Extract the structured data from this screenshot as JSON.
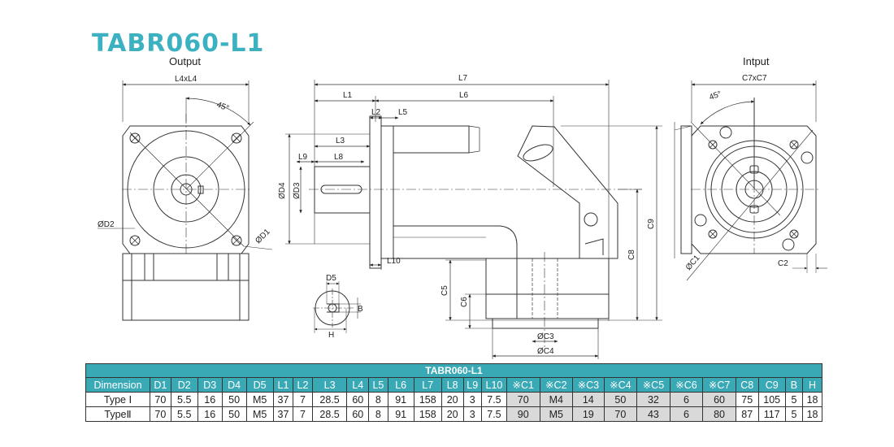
{
  "title": "TABR060-L1",
  "views": {
    "output_label": "Output",
    "input_label": "Intput"
  },
  "dims": {
    "l4xl4": "L4xL4",
    "angle": "45°",
    "d2": "ØD2",
    "d1": "ØD1",
    "l7": "L7",
    "l1": "L1",
    "l6": "L6",
    "l2": "L2",
    "l5": "L5",
    "l3": "L3",
    "l9": "L9",
    "l8": "L8",
    "d4": "ØD4",
    "d3": "ØD3",
    "l10": "L10",
    "c5": "C5",
    "c6": "C6",
    "c8": "C8",
    "c9": "C9",
    "c3": "ØC3",
    "c4": "ØC4",
    "c7xc7": "C7xC7",
    "c1": "ØC1",
    "c2": "C2",
    "d5": "D5",
    "b": "B",
    "h": "H"
  },
  "table": {
    "title": "TABR060-L1",
    "headers": [
      "Dimension",
      "D1",
      "D2",
      "D3",
      "D4",
      "D5",
      "L1",
      "L2",
      "L3",
      "L4",
      "L5",
      "L6",
      "L7",
      "L8",
      "L9",
      "L10",
      "※C1",
      "※C2",
      "※C3",
      "※C4",
      "※C5",
      "※C6",
      "※C7",
      "C8",
      "C9",
      "B",
      "H"
    ],
    "rows": [
      [
        "Type Ⅰ",
        "70",
        "5.5",
        "16",
        "50",
        "M5",
        "37",
        "7",
        "28.5",
        "60",
        "8",
        "91",
        "158",
        "20",
        "3",
        "7.5",
        "70",
        "M4",
        "14",
        "50",
        "32",
        "6",
        "60",
        "75",
        "105",
        "5",
        "18"
      ],
      [
        "TypeⅡ",
        "70",
        "5.5",
        "16",
        "50",
        "M5",
        "37",
        "7",
        "28.5",
        "60",
        "8",
        "91",
        "158",
        "20",
        "3",
        "7.5",
        "90",
        "M5",
        "19",
        "70",
        "43",
        "6",
        "80",
        "87",
        "117",
        "5",
        "18"
      ]
    ]
  },
  "colors": {
    "accent": "#3bb1c1",
    "header_bg": "#3aa9b6",
    "shade": "#d9d9d9"
  }
}
